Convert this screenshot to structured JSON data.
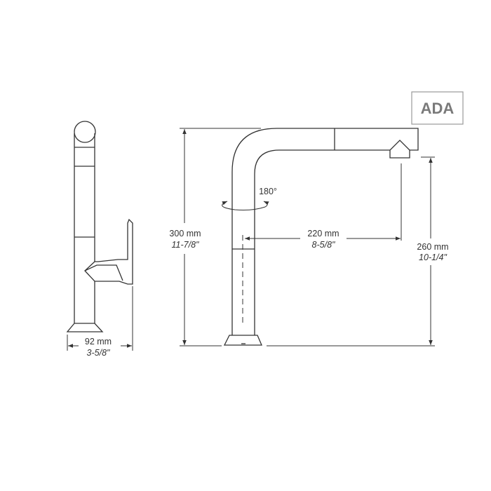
{
  "badge": {
    "label": "ADA"
  },
  "dimensions": {
    "width": {
      "metric": "92 mm",
      "imperial": "3-5/8\""
    },
    "height": {
      "metric": "300 mm",
      "imperial": "11-7/8\""
    },
    "reach": {
      "metric": "220 mm",
      "imperial": "8-5/8\""
    },
    "spout_height": {
      "metric": "260 mm",
      "imperial": "10-1/4\""
    },
    "rotation": {
      "label": "180°"
    }
  },
  "colors": {
    "line": "#333333",
    "badge_text": "#7a7a7a",
    "badge_border": "#999999"
  }
}
